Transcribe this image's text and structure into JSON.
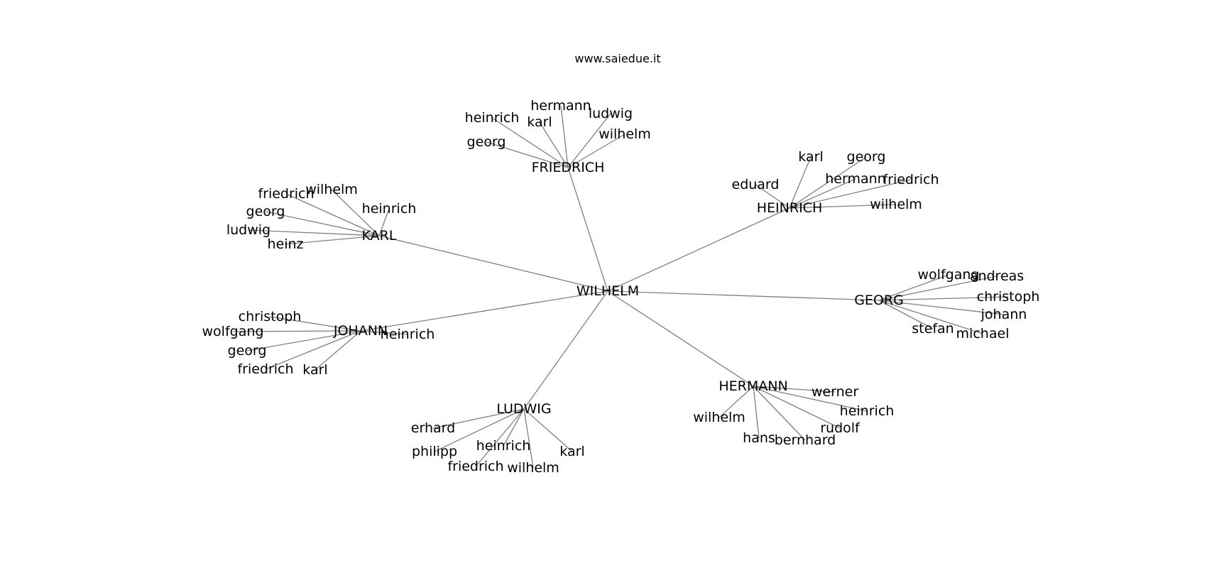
{
  "credit": "www.saiedue.it",
  "colors": {
    "edge": "#808080",
    "text": "#000000",
    "background": "#ffffff"
  },
  "root": "WILHELM",
  "hubs": [
    {
      "id": "karl",
      "label": "KARL",
      "children": [
        "wilhelm",
        "friedrich",
        "heinrich",
        "georg",
        "ludwig",
        "heinz"
      ]
    },
    {
      "id": "friedrich",
      "label": "FRIEDRICH",
      "children": [
        "hermann",
        "heinrich",
        "karl",
        "ludwig",
        "wilhelm",
        "georg"
      ]
    },
    {
      "id": "heinrich",
      "label": "HEINRICH",
      "children": [
        "karl",
        "georg",
        "eduard",
        "hermann",
        "friedrich",
        "wilhelm"
      ]
    },
    {
      "id": "georg",
      "label": "GEORG",
      "children": [
        "wolfgang",
        "andreas",
        "christoph",
        "johann",
        "stefan",
        "michael"
      ]
    },
    {
      "id": "hermann",
      "label": "HERMANN",
      "children": [
        "werner",
        "heinrich",
        "wilhelm",
        "rudolf",
        "hans",
        "bernhard"
      ]
    },
    {
      "id": "ludwig",
      "label": "LUDWIG",
      "children": [
        "erhard",
        "philipp",
        "heinrich",
        "karl",
        "friedrich",
        "wilhelm"
      ]
    },
    {
      "id": "johann",
      "label": "JOHANN",
      "children": [
        "christoph",
        "wolfgang",
        "heinrich",
        "georg",
        "friedrich",
        "karl"
      ]
    }
  ]
}
